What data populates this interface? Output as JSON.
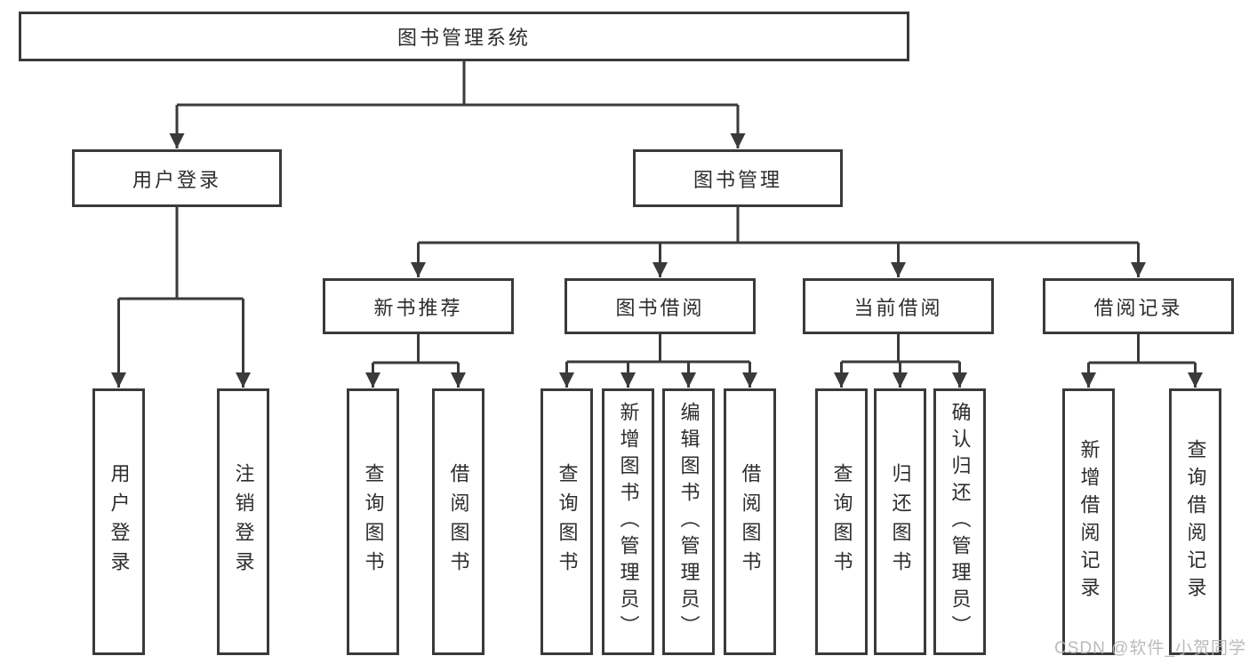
{
  "colors": {
    "line": "#3a3a3a",
    "border": "#3a3a3a",
    "text": "#2d2d2d",
    "watermark": "#b5b5b5",
    "background": "#ffffff"
  },
  "diagram_type": "hierarchy-tree",
  "nodes": {
    "root": "图书管理系统",
    "user_login": "用户登录",
    "book_management": "图书管理",
    "new_book_recommend": "新书推荐",
    "book_borrowing": "图书借阅",
    "current_borrowing": "当前借阅",
    "borrowing_records": "借阅记录",
    "leaves": {
      "user_login": [
        "用户登录",
        "注销登录"
      ],
      "new_book_recommend": [
        "查询图书",
        "借阅图书"
      ],
      "book_borrowing": [
        "查询图书",
        "新增图书（管理员）",
        "编辑图书（管理员）",
        "借阅图书"
      ],
      "current_borrowing": [
        "查询图书",
        "归还图书",
        "确认归还（管理员）"
      ],
      "borrowing_records": [
        "新增借阅记录",
        "查询借阅记录"
      ]
    }
  },
  "watermark": "CSDN @软件_小贺同学"
}
